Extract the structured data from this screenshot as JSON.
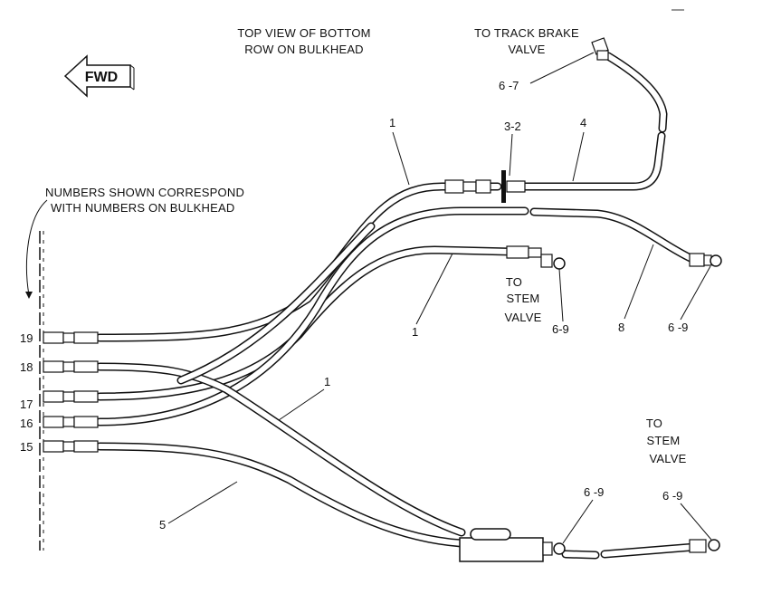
{
  "header": {
    "title_line1": "TOP VIEW OF BOTTOM",
    "title_line2": "ROW ON BULKHEAD"
  },
  "direction": {
    "label": "FWD"
  },
  "note": {
    "line1": "NUMBERS SHOWN CORRESPOND",
    "line2": "WITH NUMBERS ON BULKHEAD"
  },
  "destinations": {
    "track_brake_line1": "TO TRACK BRAKE",
    "track_brake_line2": "VALVE",
    "stem_upper_line1": "TO",
    "stem_upper_line2": "STEM",
    "stem_upper_line3": "VALVE",
    "stem_lower_line1": "TO",
    "stem_lower_line2": "STEM",
    "stem_lower_line3": "VALVE"
  },
  "bulkhead_ports": [
    "19",
    "18",
    "17",
    "16",
    "15"
  ],
  "callouts": {
    "c1_top": "1",
    "c1_mid": "1",
    "c1_low": "1",
    "c3_2": "3-2",
    "c4": "4",
    "c5": "5",
    "c6_7": "6 -7",
    "c6_9_a": "6-9",
    "c6_9_b": "6 -9",
    "c6_9_c": "6 -9",
    "c6_9_d": "6 -9",
    "c8": "8"
  }
}
